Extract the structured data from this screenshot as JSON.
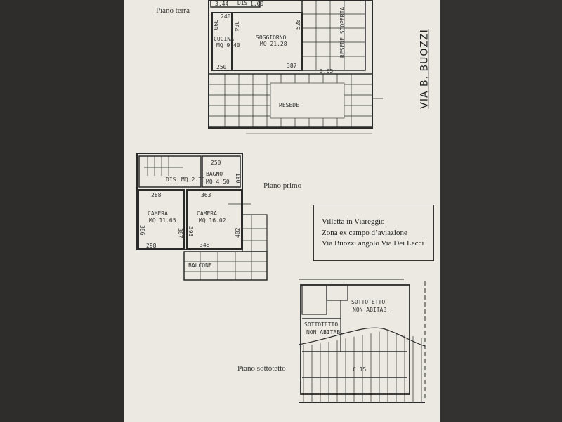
{
  "floors": {
    "ground": {
      "label": "Piano terra",
      "rooms": {
        "kitchen": "CUCINA",
        "kitchen_area": "MQ 9.40",
        "living": "SOGGIORNO",
        "living_area": "MQ 21.28",
        "yard_open": "RESEDE SCOPERTA",
        "yard": "RESEDE",
        "hall": "DIS",
        "hall_area": "1.00"
      },
      "dims": [
        "3.44",
        "240",
        "390",
        "384",
        "528",
        "250",
        "387",
        "3.65"
      ]
    },
    "first": {
      "label": "Piano primo",
      "rooms": {
        "bath": "BAGNO",
        "bath_area": "MQ 4.50",
        "hall": "DIS",
        "hall_area": "MQ 2.35",
        "bed1": "CAMERA",
        "bed1_area": "MQ 11.65",
        "bed2": "CAMERA",
        "bed2_area": "MQ 16.02",
        "balcony": "BALCONE"
      },
      "dims": [
        "250",
        "180",
        "288",
        "363",
        "386",
        "387",
        "393",
        "402",
        "298",
        "348"
      ]
    },
    "attic": {
      "label": "Piano sottotetto",
      "rooms": {
        "attic1": "SOTTOTETTO",
        "attic1_note": "NON ABITAB.",
        "attic2": "SOTTOTETTO",
        "attic2_note": "NON ABITAB."
      },
      "note": "C.15"
    }
  },
  "street": "VIA B. BUOZZI",
  "info": {
    "line1": "Villetta in Viareggio",
    "line2": "Zona ex campo d’aviazione",
    "line3": "Via Buozzi angolo Via Dei Lecci"
  }
}
